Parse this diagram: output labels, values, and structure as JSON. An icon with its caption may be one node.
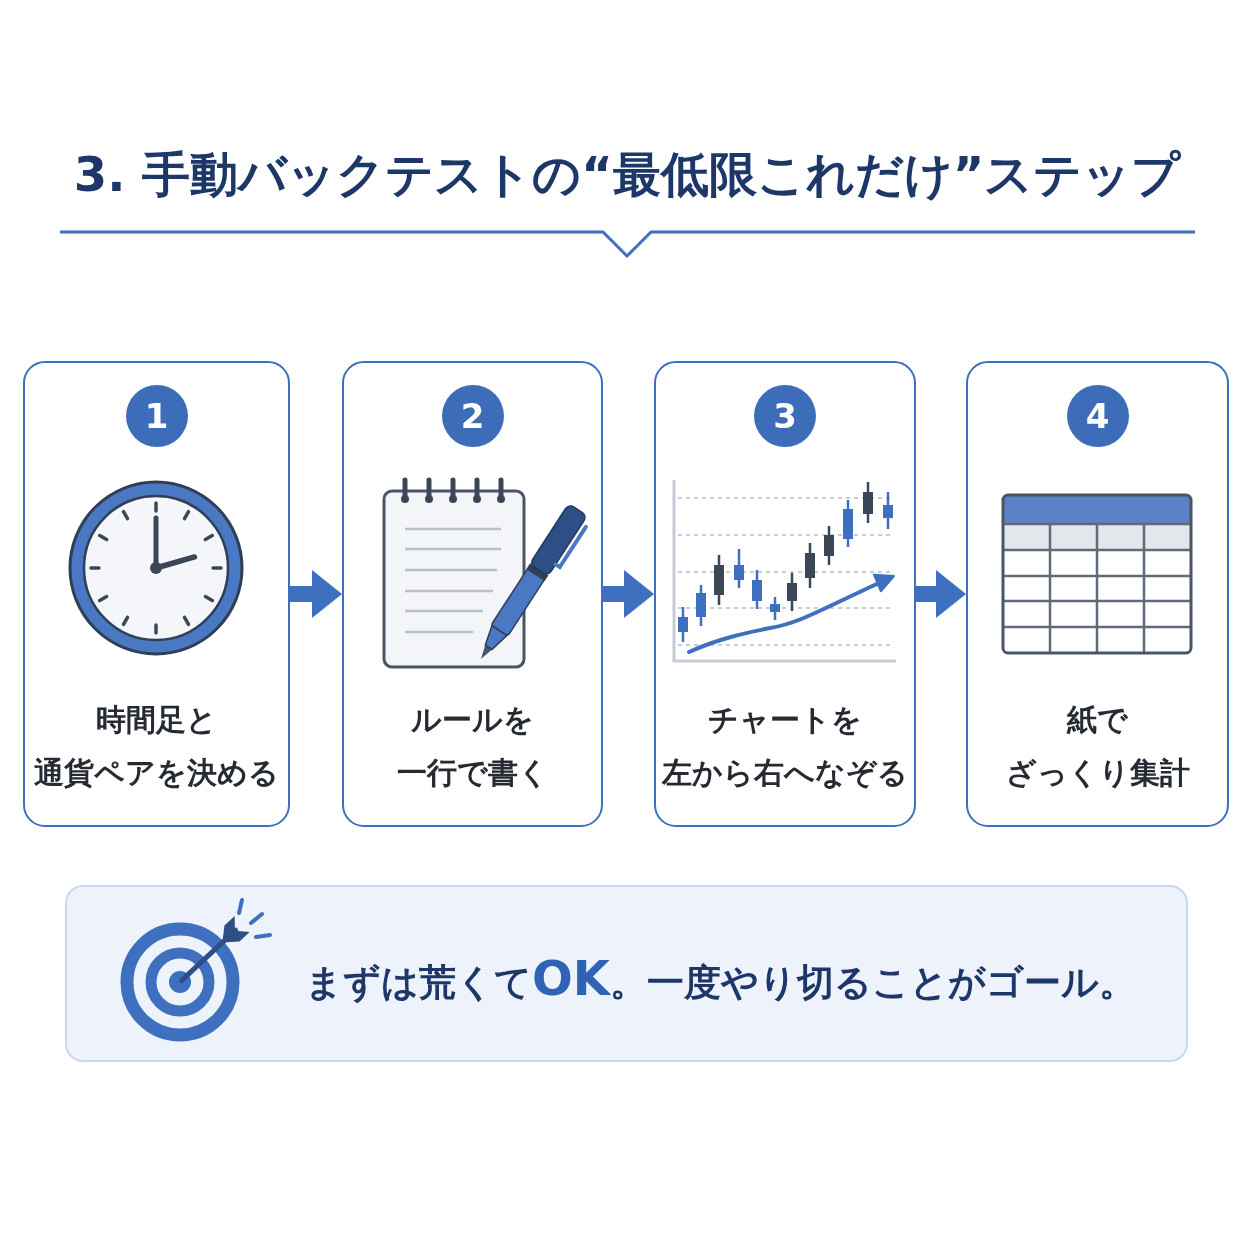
{
  "diagram": {
    "title": "3. 手動バックテストの“最低限これだけ”ステップ",
    "nodes": [
      {
        "text": [
          "時間足と通貨ペアを決める"
        ]
      },
      {
        "text": [
          "1"
        ],
        "in": 0
      },
      {
        "text": [
          "ルールを一行で書く"
        ]
      },
      {
        "text": [
          "2"
        ],
        "in": 2
      },
      {
        "text": [
          "チャートを左から右へなぞる"
        ]
      },
      {
        "text": [
          "3"
        ],
        "in": 4
      },
      {
        "text": [
          "紙でざっくり集計"
        ]
      },
      {
        "text": [
          "4"
        ],
        "in": 6
      },
      {
        "text": [
          "まずは荒くて**OK**。一度やり切ることがゴール。"
        ]
      }
    ],
    "edges": [
      {
        "from": 0,
        "to": 2,
        "arrow": "to"
      },
      {
        "from": 2,
        "to": 4,
        "arrow": "to"
      },
      {
        "from": 4,
        "to": 6,
        "arrow": "to"
      }
    ]
  }
}
